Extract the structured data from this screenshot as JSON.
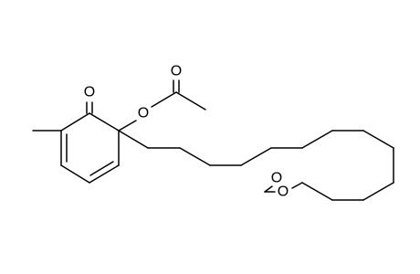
{
  "molecule": {
    "atoms": {
      "ketone_oxygen": "O",
      "ester_oxygen": "O",
      "carbonyl_oxygen": "O",
      "ring_ester_oxygen": "O",
      "ring_carbonyl_oxygen": "O"
    }
  }
}
